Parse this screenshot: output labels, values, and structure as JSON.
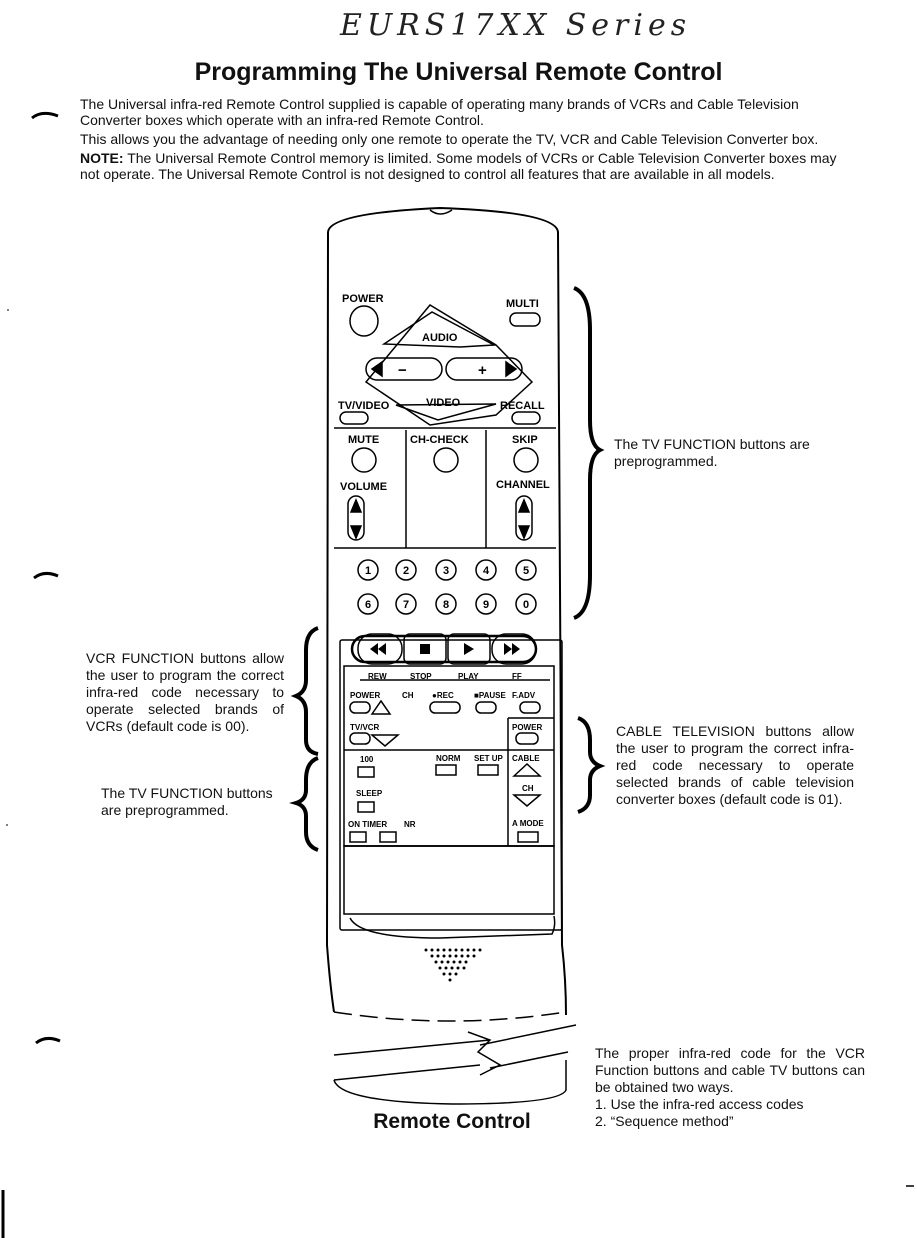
{
  "handwritten_header": "EURS17XX Series",
  "title": "Programming The Universal Remote Control",
  "intro": {
    "line1": "The Universal infra-red Remote Control supplied is capable of operating many brands of VCRs and Cable Television Converter boxes which operate with an infra-red Remote Control.",
    "line2": "This allows you the advantage of needing only one remote to operate the TV, VCR and Cable Television Converter box.",
    "note_label": "NOTE:",
    "note_text": " The Universal Remote Control memory is limited. Some models of VCRs or Cable Television Converter boxes may not operate. The Universal Remote Control is not designed to control all features that are available in all models."
  },
  "callouts": {
    "tv_function_right": "The TV FUNCTION buttons are preprogrammed.",
    "vcr_function": "VCR FUNCTION buttons allow the user to program the correct infra-red code necessary to operate selected brands of VCRs (default code is 00).",
    "tv_function_left": "The TV FUNCTION buttons are preprogrammed.",
    "cable_tv": "CABLE TELEVISION buttons allow the user to program the correct infra-red code necessary to operate selected brands of cable television converter boxes (default code is 01).",
    "proper_code": "The proper infra-red code for the VCR Function buttons and cable TV buttons can be obtained two ways.",
    "way1": "1.   Use the infra-red access codes",
    "way2": "2.   “Sequence method”"
  },
  "remote": {
    "power": "POWER",
    "multi": "MULTI",
    "audio": "AUDIO",
    "minus": "−",
    "plus": "+",
    "tv_video": "TV/VIDEO",
    "video": "VIDEO",
    "recall": "RECALL",
    "mute": "MUTE",
    "ch_check": "CH-CHECK",
    "skip": "SKIP",
    "volume": "VOLUME",
    "channel": "CHANNEL",
    "digits": [
      "1",
      "2",
      "3",
      "4",
      "5",
      "6",
      "7",
      "8",
      "9",
      "0"
    ],
    "rew": "REW",
    "stop": "STOP",
    "play": "PLAY",
    "ff": "FF",
    "vcr_power": "POWER",
    "vcr_ch": "CH",
    "rec": "●REC",
    "pause": "■PAUSE",
    "fadv": "F.ADV",
    "tv_vcr": "TV/VCR",
    "cable_power": "POWER",
    "btn_100": "100",
    "norm": "NORM",
    "setup": "SET UP",
    "cable": "CABLE",
    "cable_ch": "CH",
    "sleep": "SLEEP",
    "on_timer": "ON TIMER",
    "nr": "NR",
    "a_mode": "A MODE"
  },
  "caption": "Remote Control"
}
